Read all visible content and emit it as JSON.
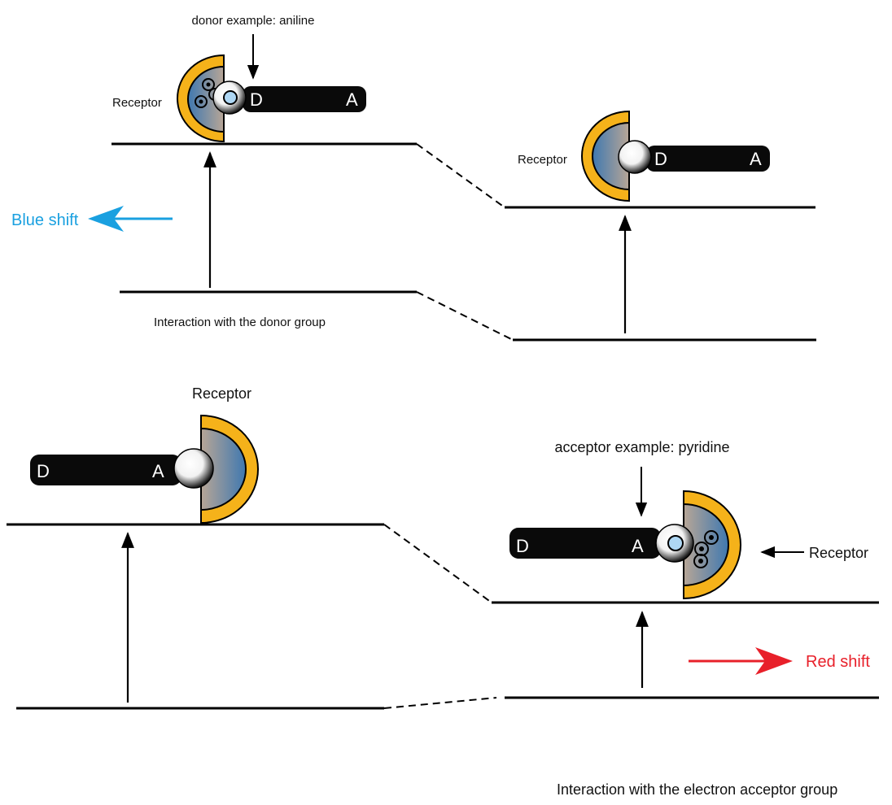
{
  "labels": {
    "donor_example": "donor example: aniline",
    "acceptor_example": "acceptor example: pyridine",
    "receptor": "Receptor",
    "blue_shift": "Blue shift",
    "red_shift": "Red shift",
    "donor_interaction": "Interaction with the donor group",
    "acceptor_interaction": "Interaction with the electron acceptor group"
  },
  "molecule": {
    "donor_letter": "D",
    "acceptor_letter": "A"
  },
  "colors": {
    "blue_shift": "#1aa0e0",
    "red_shift": "#e8202a",
    "receptor_outer": "#f5b21a",
    "receptor_inner": "#4f83b8",
    "molecule_body": "#0a0a0a"
  }
}
